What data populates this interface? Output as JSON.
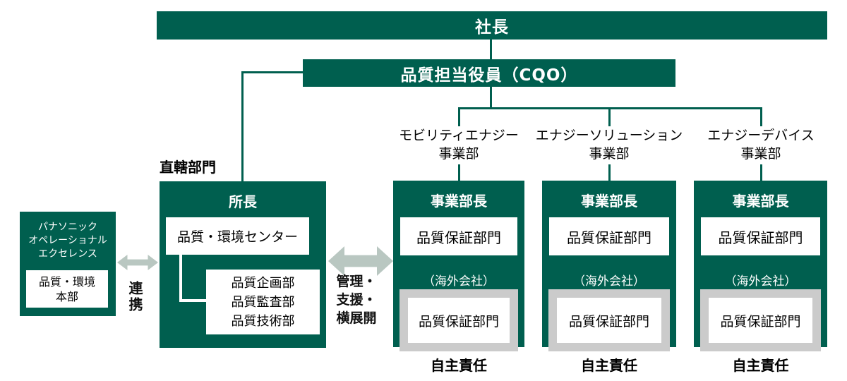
{
  "palette": {
    "box_green": "#005f4f",
    "connector_green": "#005f4f",
    "gray_frame": "#cbcbcb",
    "arrow_gray": "#b9c7c1",
    "text_black": "#111111",
    "text_white": "#ffffff"
  },
  "top": {
    "president": "社長",
    "cqo": "品質担当役員（CQO）"
  },
  "direct": {
    "section_label": "直轄部門",
    "head": "所長",
    "center_box": "品質・環境センター",
    "departments": "品質企画部\n品質監査部\n品質技術部"
  },
  "panasonic": {
    "title": "パナソニック\nオペレーショナル\nエクセレンス",
    "inner_box": "品質・環境\n本部"
  },
  "arrows": {
    "left_arrow_label": "連携",
    "right_arrow_label": "管理・\n支援・\n横展開"
  },
  "divisions": [
    {
      "label": "モビリティエナジー\n事業部",
      "head": "事業部長",
      "qa_box": "品質保証部門",
      "overseas": "（海外会社）",
      "overseas_qa_box": "品質保証部門",
      "footer": "自主責任"
    },
    {
      "label": "エナジーソリューション\n事業部",
      "head": "事業部長",
      "qa_box": "品質保証部門",
      "overseas": "（海外会社）",
      "overseas_qa_box": "品質保証部門",
      "footer": "自主責任"
    },
    {
      "label": "エナジーデバイス\n事業部",
      "head": "事業部長",
      "qa_box": "品質保証部門",
      "overseas": "（海外会社）",
      "overseas_qa_box": "品質保証部門",
      "footer": "自主責任"
    }
  ]
}
